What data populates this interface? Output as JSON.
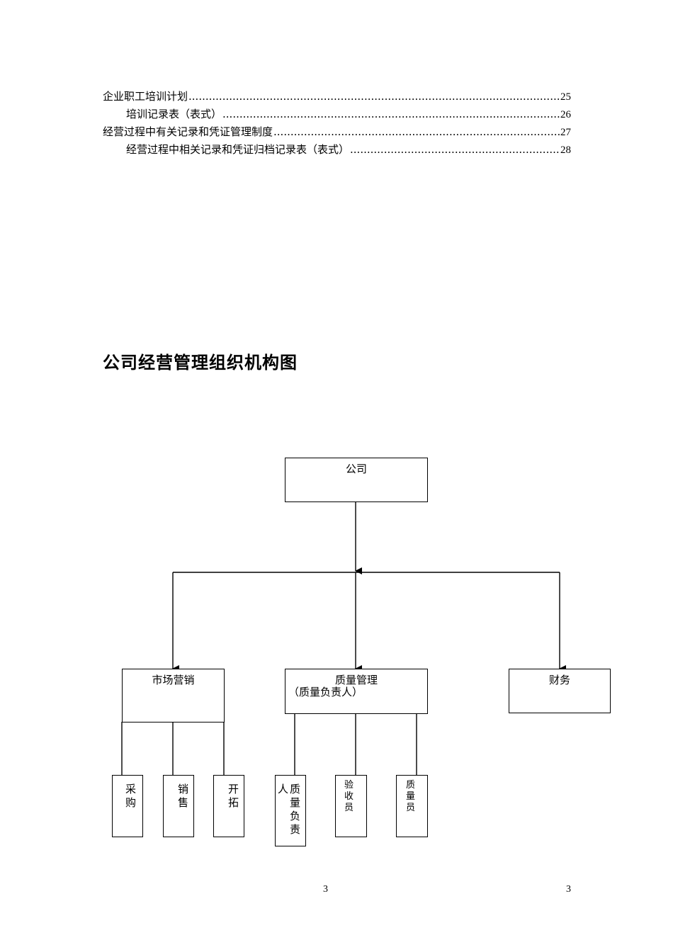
{
  "toc": [
    {
      "text": "企业职工培训计划",
      "page": "25",
      "indent": false
    },
    {
      "text": "培训记录表（表式）",
      "page": "26",
      "indent": true
    },
    {
      "text": "经营过程中有关记录和凭证管理制度",
      "page": "27",
      "indent": false
    },
    {
      "text": "经营过程中相关记录和凭证归档记录表（表式）",
      "page": "28",
      "indent": true
    }
  ],
  "heading": "公司经营管理组织机构图",
  "org": {
    "root": "公司",
    "marketing": "市场营销",
    "quality_line1": "质量管理",
    "quality_line2": "（质量负责人）",
    "finance": "财务",
    "procurement": [
      "采",
      "购"
    ],
    "sales": [
      "销",
      "售"
    ],
    "development": [
      "开",
      "拓"
    ],
    "quality_leader_side": "人",
    "quality_leader": [
      "质",
      "量",
      "负",
      "责"
    ],
    "inspector": [
      "验",
      "收",
      "员"
    ],
    "quality_officer": [
      "质",
      "量",
      "员"
    ]
  },
  "page_numbers": {
    "center": "3",
    "right": "3"
  }
}
